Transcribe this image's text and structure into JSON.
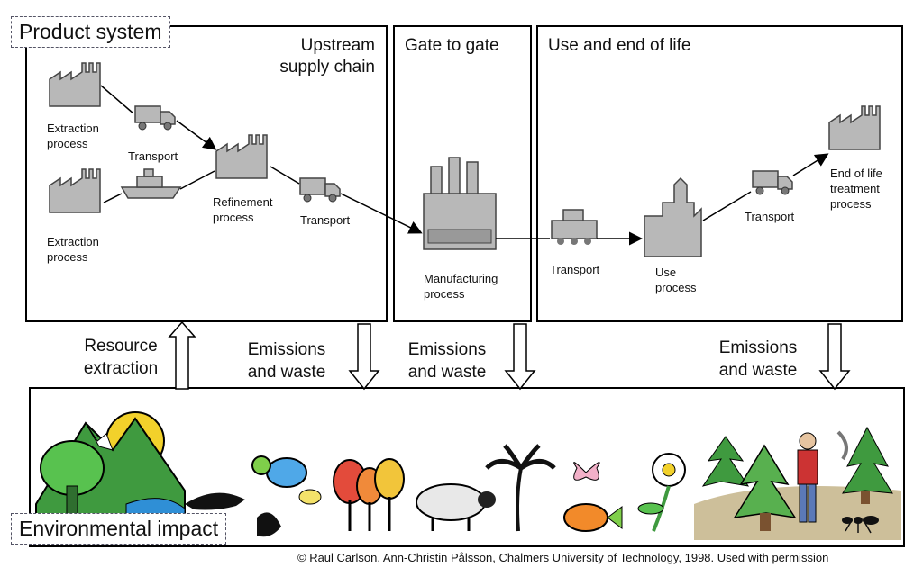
{
  "title": "Product system",
  "sections": {
    "upstream": "Upstream\nsupply chain",
    "gate": "Gate to gate",
    "use": "Use and end of life"
  },
  "labels": {
    "extraction1": "Extraction\nprocess",
    "transport1": "Transport",
    "extraction2": "Extraction\nprocess",
    "refinement": "Refinement\nprocess",
    "transport2": "Transport",
    "manufacturing": "Manufacturing\nprocess",
    "transport3": "Transport",
    "use": "Use\nprocess",
    "transport4": "Transport",
    "end_of_life": "End of life\ntreatment\nprocess"
  },
  "flows": {
    "resource": "Resource\nextraction",
    "emissions1": "Emissions\nand waste",
    "emissions2": "Emissions\nand waste",
    "emissions3": "Emissions\nand waste"
  },
  "environment": "Environmental impact",
  "credit": "© Raul Carlson, Ann-Christin Pålsson, Chalmers University of Technology, 1998. Used with permission",
  "colors": {
    "icon_gray": "#b8b8b8",
    "tree_green": "#3f9a3f",
    "sky_yellow": "#f2d12b"
  }
}
